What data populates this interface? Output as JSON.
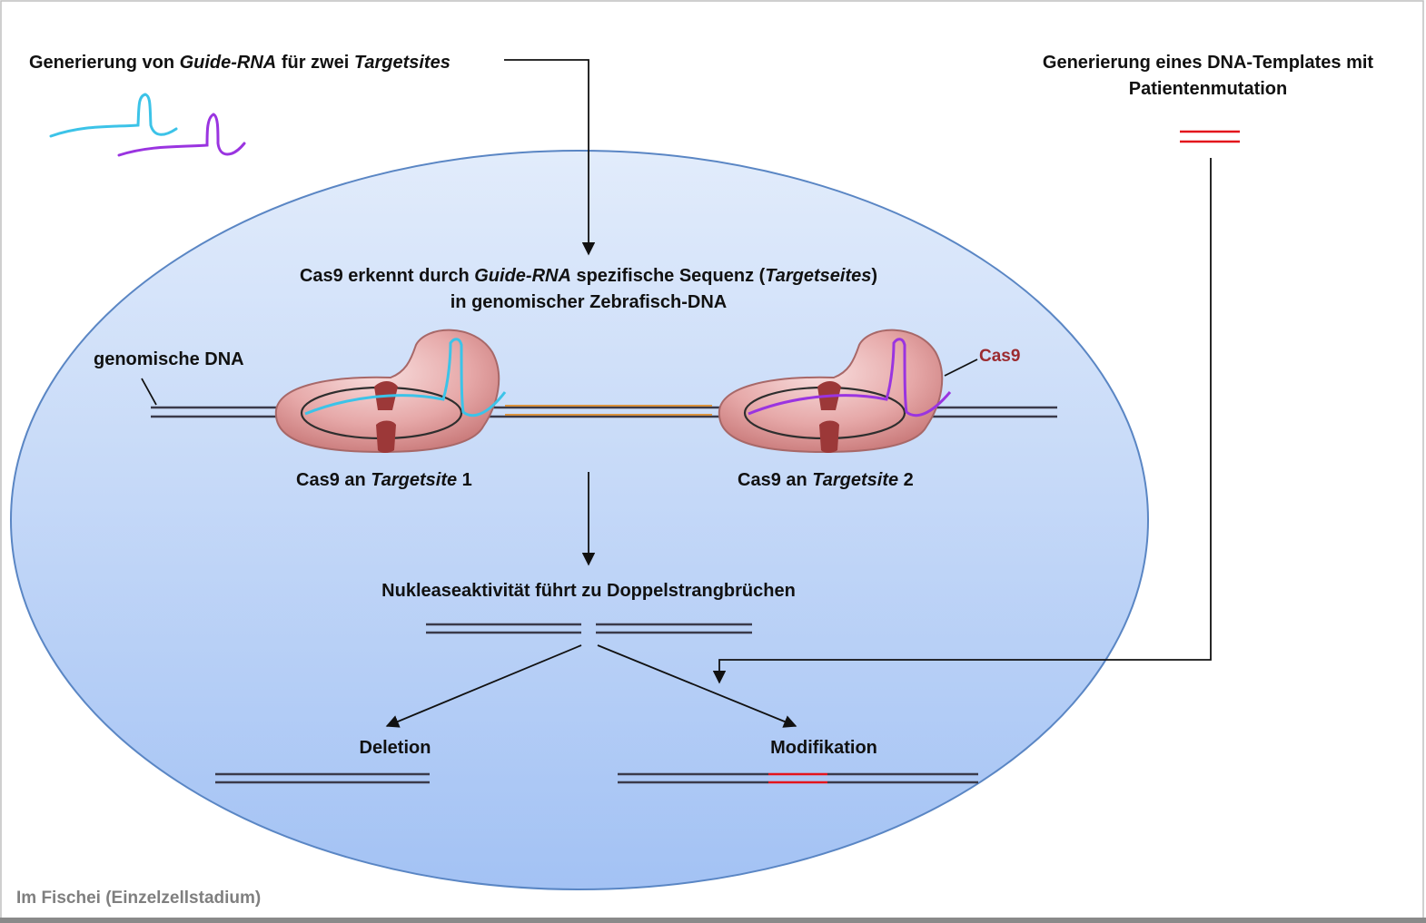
{
  "labels": {
    "grna": {
      "pre": "Generierung von ",
      "em1": "Guide-RNA",
      "mid": " für zwei ",
      "em2": "Targetsites"
    },
    "template": {
      "line1": "Generierung eines DNA-Templates mit",
      "line2": "Patientenmutation"
    },
    "recognition": {
      "pre": "Cas9 erkennt durch ",
      "em1": "Guide-RNA",
      "mid": " spezifische Sequenz (",
      "em2": "Targetseites",
      "post": ")",
      "line2": "in genomischer Zebrafisch-DNA"
    },
    "genomic_dna": "genomische DNA",
    "cas9": "Cas9",
    "site1": {
      "pre": "Cas9 an ",
      "em": "Targetsite",
      "post": " 1"
    },
    "site2": {
      "pre": "Cas9 an ",
      "em": "Targetsite",
      "post": " 2"
    },
    "nuclease": "Nukleaseaktivität führt zu Doppelstrangbrüchen",
    "deletion": "Deletion",
    "modification": "Modifikation",
    "cell": "Im Fischei (Einzelzellstadium)"
  },
  "colors": {
    "grna_1": "#3cc3e8",
    "grna_2": "#9a34e0",
    "template": "#e3141c",
    "cas9_label": "#9b2b30",
    "cell_top": "#e2ecfb",
    "cell_bottom": "#a3c2f4",
    "cell_border": "#5a86c4",
    "dna_strand": "#3a3a4a",
    "excised_segment": "#d8923e",
    "cas9_body": "#dc9a9a"
  },
  "icons": [
    "guide-rna-icon",
    "dna-template-icon",
    "cas9-protein-icon",
    "arrow-icon"
  ]
}
